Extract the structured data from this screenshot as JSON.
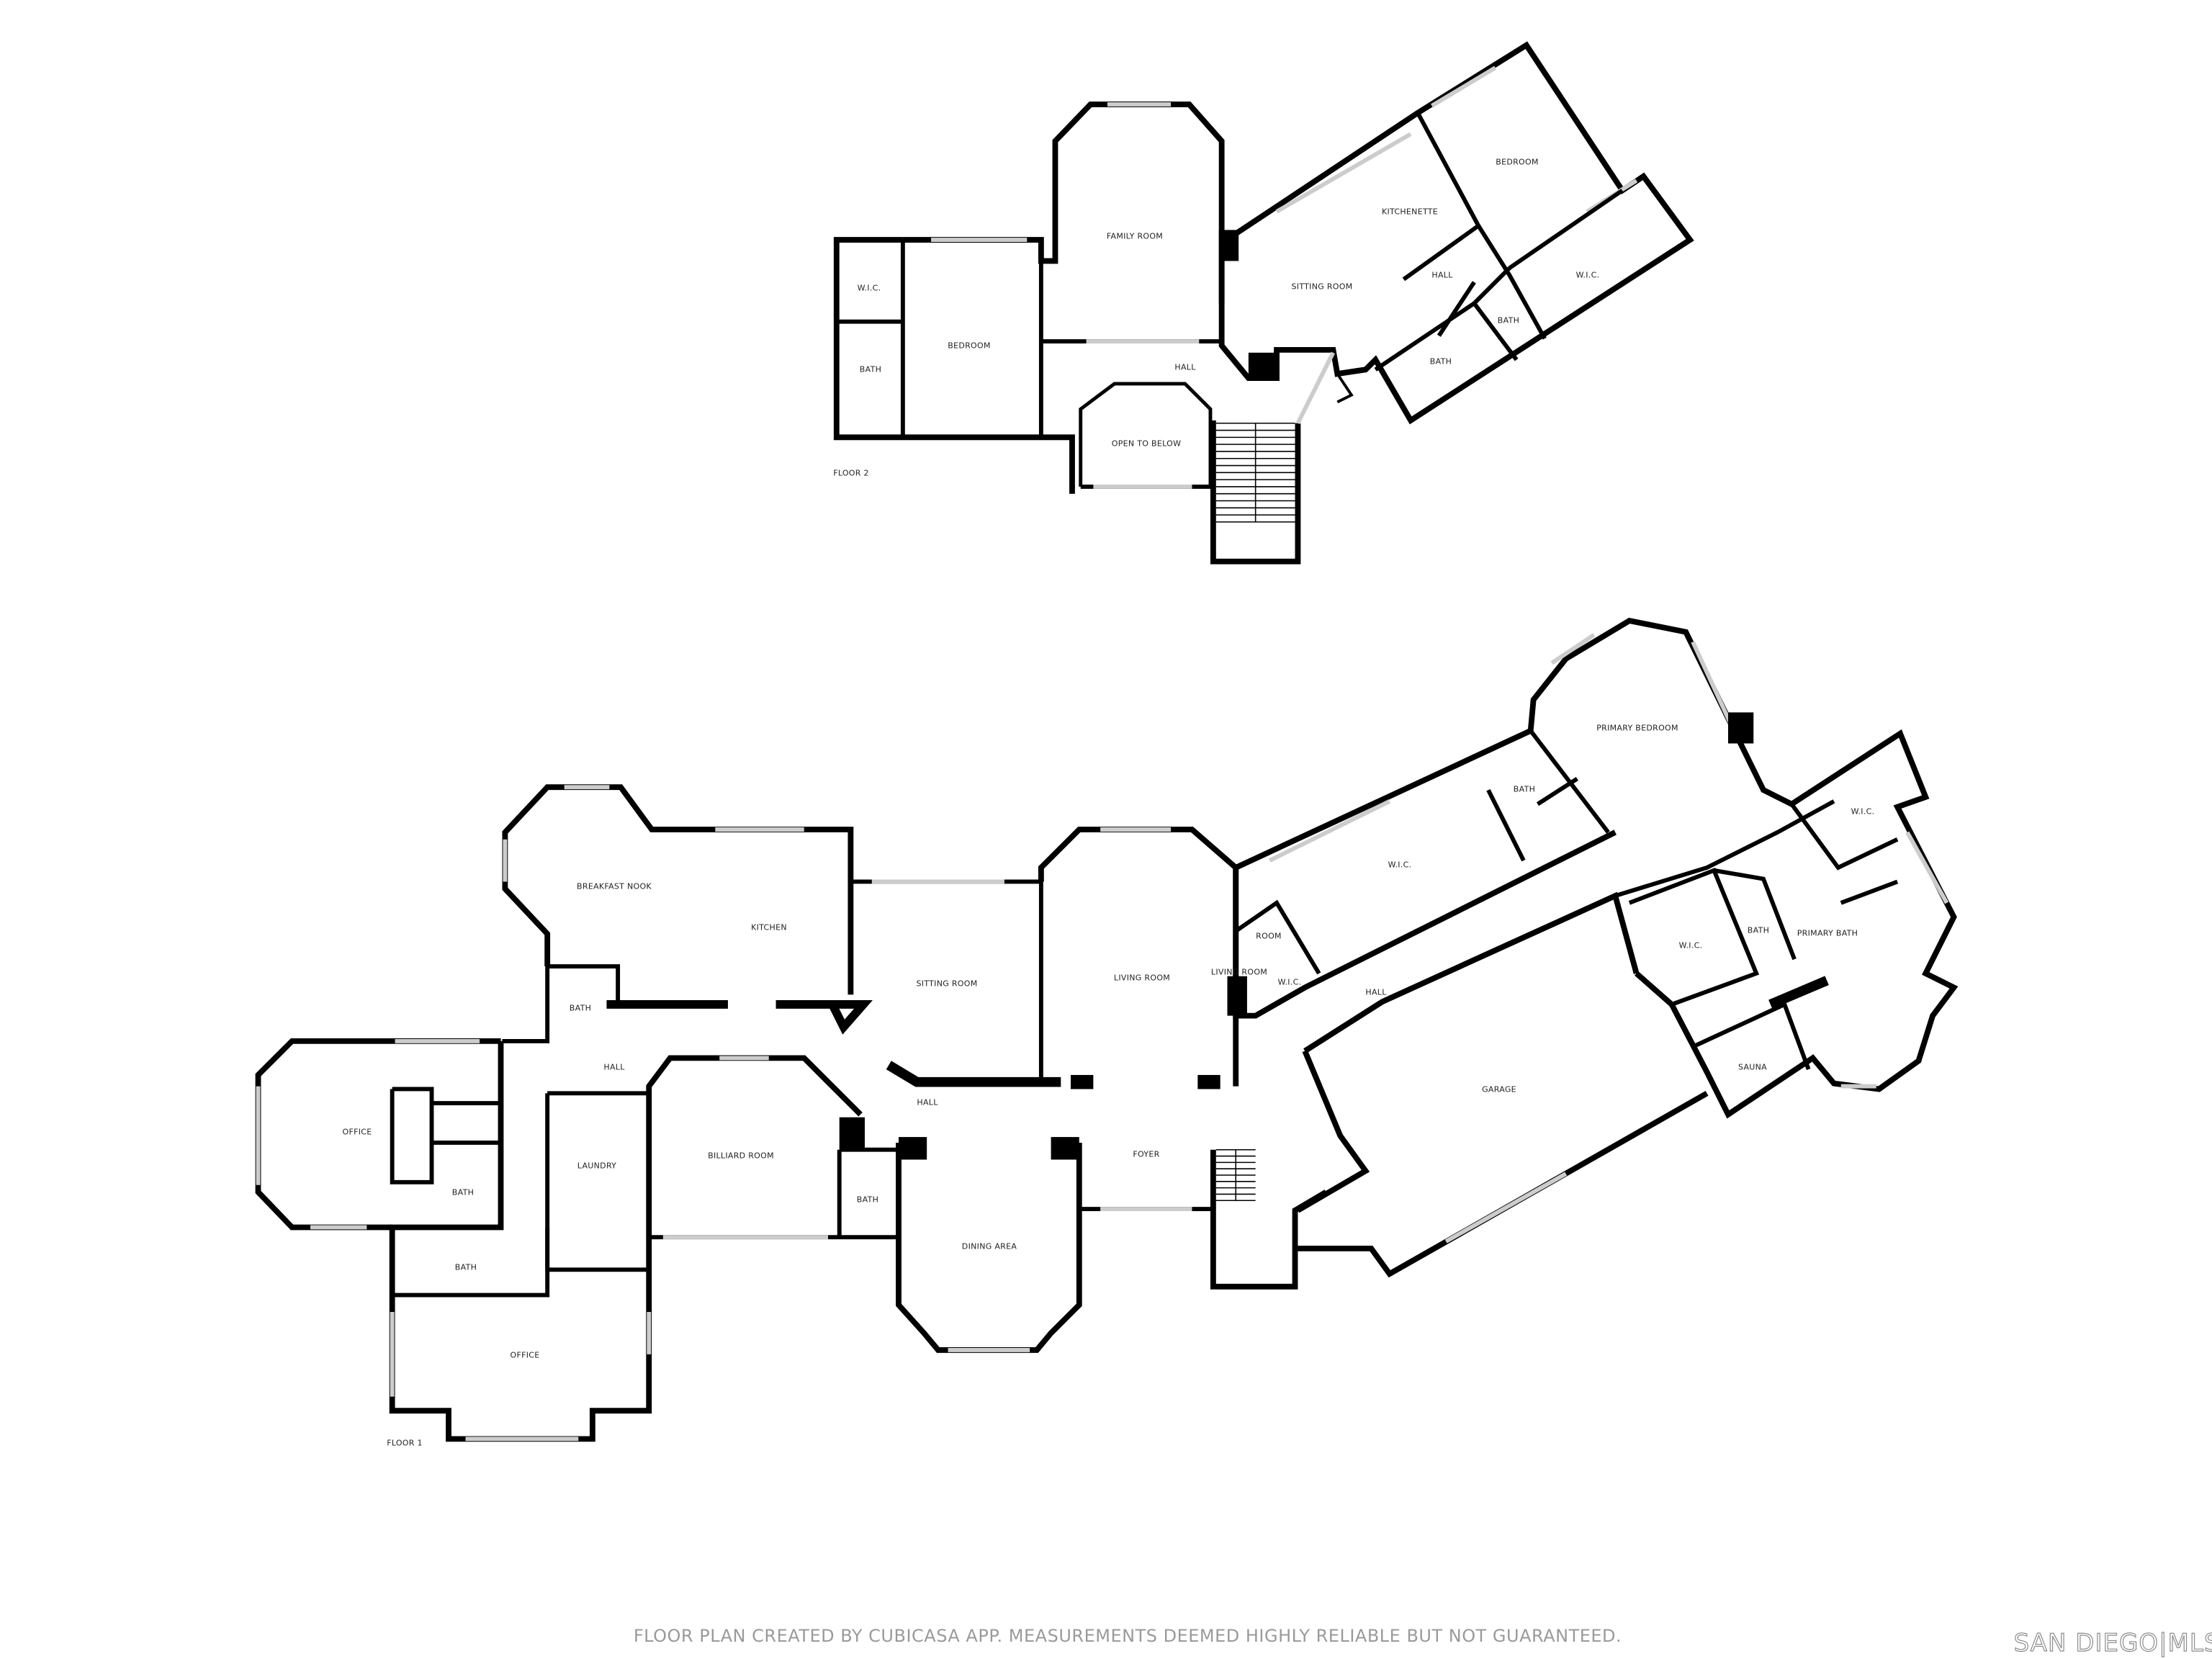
{
  "floor2": {
    "label": "FLOOR 2",
    "rooms": [
      "W.I.C.",
      "BATH",
      "BEDROOM",
      "FAMILY ROOM",
      "HALL",
      "OPEN TO BELOW",
      "KITCHENETTE",
      "BEDROOM",
      "SITTING ROOM",
      "HALL",
      "BATH",
      "W.I.C.",
      "BATH"
    ]
  },
  "floor1": {
    "label": "FLOOR 1",
    "rooms": [
      "BREAKFAST NOOK",
      "KITCHEN",
      "SITTING ROOM",
      "LIVING ROOM",
      "ROOM",
      "LIVING ROOM",
      "W.I.C.",
      "W.I.C.",
      "BATH",
      "PRIMARY BEDROOM",
      "W.I.C.",
      "BATH",
      "PRIMARY BATH",
      "W.I.C.",
      "HALL",
      "SAUNA",
      "GARAGE",
      "BATH",
      "HALL",
      "HALL",
      "OFFICE",
      "BATH",
      "LAUNDRY",
      "BILLIARD ROOM",
      "BATH",
      "FOYER",
      "DINING AREA",
      "BATH",
      "OFFICE"
    ]
  },
  "footer": "FLOOR PLAN CREATED BY CUBICASA APP. MEASUREMENTS DEEMED HIGHLY RELIABLE BUT NOT GUARANTEED.",
  "logo": "SAN DIEGO|MLS",
  "colors": {
    "wall": "#000000",
    "window": "#cccccc",
    "footer_text": "#9a9a9a"
  }
}
